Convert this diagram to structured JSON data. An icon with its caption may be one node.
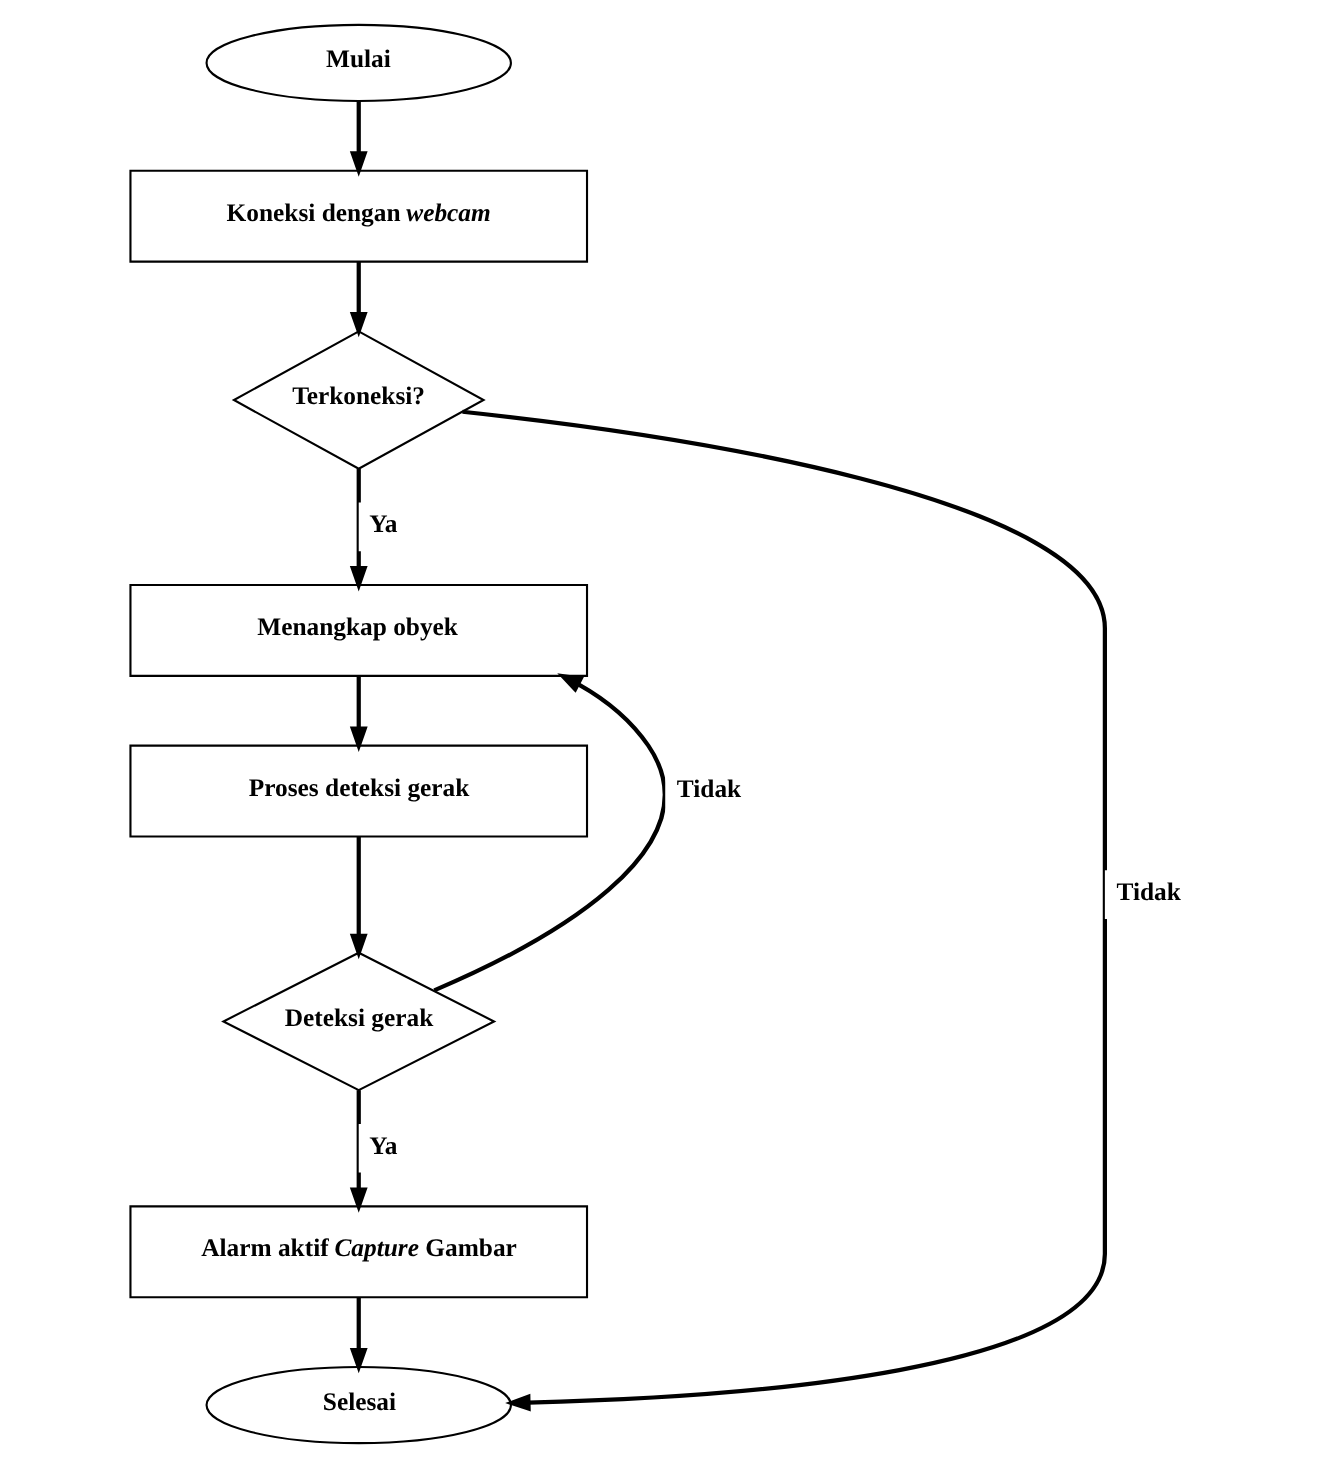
{
  "diagram": {
    "nodes": [
      {
        "text": [
          "Mulai"
        ]
      },
      {
        "text": [
          "Koneksi dengan *webcam*"
        ]
      },
      {
        "text": [
          "Terkoneksi?"
        ]
      },
      {
        "text": [
          "Menangkap obyek"
        ]
      },
      {
        "text": [
          "Proses deteksi gerak"
        ]
      },
      {
        "text": [
          "Deteksi gerak"
        ]
      },
      {
        "text": [
          "Alarm aktif *Capture* Gambar"
        ]
      },
      {
        "text": [
          "Selesai"
        ]
      }
    ],
    "edges": [
      {
        "from": 0,
        "to": 1,
        "arrow": "to"
      },
      {
        "from": 1,
        "to": 2,
        "arrow": "to"
      },
      {
        "from": 2,
        "to": 3,
        "label": "Ya",
        "arrow": "to"
      },
      {
        "from": 3,
        "to": 4,
        "arrow": "to"
      },
      {
        "from": 4,
        "to": 5,
        "arrow": "to"
      },
      {
        "from": 5,
        "to": 3,
        "label": "Tidak",
        "arrow": "to"
      },
      {
        "from": 5,
        "to": 6,
        "label": "Ya",
        "arrow": "to"
      },
      {
        "from": 6,
        "to": 7,
        "arrow": "to"
      },
      {
        "from": 2,
        "to": 7,
        "label": "Tidak",
        "arrow": "to"
      }
    ]
  }
}
